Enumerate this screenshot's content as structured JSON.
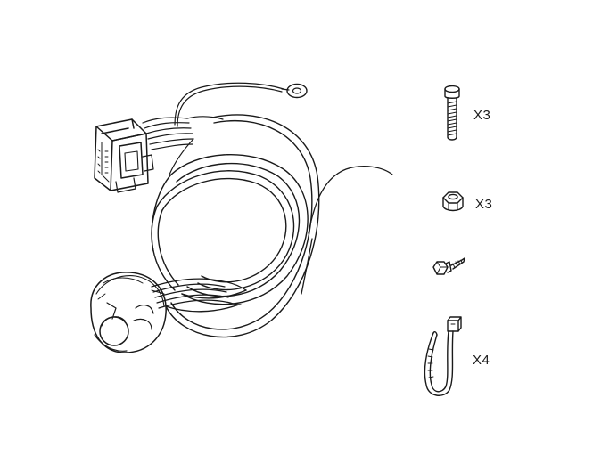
{
  "parts": {
    "harness": {
      "icon": "wiring-harness-icon"
    },
    "bolt": {
      "icon": "bolt-icon",
      "quantity_label": "X3"
    },
    "nut": {
      "icon": "nut-icon",
      "quantity_label": "X3"
    },
    "screw": {
      "icon": "self-tapping-screw-icon"
    },
    "cable_tie": {
      "icon": "cable-tie-icon",
      "quantity_label": "X4"
    }
  },
  "colors": {
    "line": "#1a1a1a",
    "background": "#ffffff"
  }
}
